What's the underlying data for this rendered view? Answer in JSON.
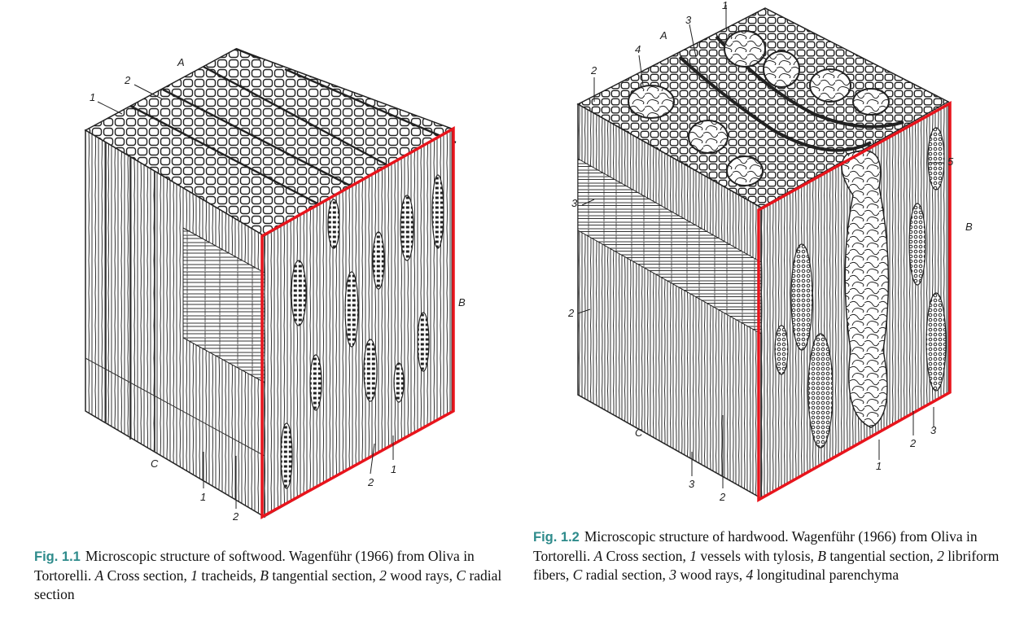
{
  "colors": {
    "highlight": "#e8141c",
    "figure_label": "#2e8b8b",
    "ink": "#222222"
  },
  "figure1": {
    "labels": {
      "A": "A",
      "B": "B",
      "C": "C",
      "n1a": "1",
      "n2a": "2",
      "n1b": "1",
      "n2b": "2",
      "n1c": "1",
      "n2c": "2"
    },
    "caption": {
      "number": "Fig. 1.1",
      "segments": [
        {
          "t": "Microscopic structure of softwood. Wagenführ (1966) from Oliva in Tortorelli. ",
          "i": false
        },
        {
          "t": "A",
          "i": true
        },
        {
          "t": " Cross section, ",
          "i": false
        },
        {
          "t": "1",
          "i": true
        },
        {
          "t": " tracheids, ",
          "i": false
        },
        {
          "t": "B",
          "i": true
        },
        {
          "t": " tangential section, ",
          "i": false
        },
        {
          "t": "2",
          "i": true
        },
        {
          "t": " wood rays, ",
          "i": false
        },
        {
          "t": "C",
          "i": true
        },
        {
          "t": " radial section",
          "i": false
        }
      ]
    }
  },
  "figure2": {
    "labels": {
      "A": "A",
      "B": "B",
      "C": "C",
      "n1": "1",
      "n1top": "1",
      "n2": "2",
      "n2b": "2",
      "n2c": "2",
      "n2d": "2",
      "n3": "3",
      "n3b": "3",
      "n3c": "3",
      "n3d": "3",
      "n4": "4",
      "n5": "5"
    },
    "caption": {
      "number": "Fig. 1.2",
      "segments": [
        {
          "t": "Microscopic structure of hardwood. Wagenführ (1966) from Oliva in Tortorelli. ",
          "i": false
        },
        {
          "t": "A",
          "i": true
        },
        {
          "t": " Cross section, ",
          "i": false
        },
        {
          "t": "1",
          "i": true
        },
        {
          "t": " vessels with tylosis, ",
          "i": false
        },
        {
          "t": "B",
          "i": true
        },
        {
          "t": " tangential section, ",
          "i": false
        },
        {
          "t": "2",
          "i": true
        },
        {
          "t": " libriform fibers, ",
          "i": false
        },
        {
          "t": "C",
          "i": true
        },
        {
          "t": " radial section, ",
          "i": false
        },
        {
          "t": "3",
          "i": true
        },
        {
          "t": " wood rays, ",
          "i": false
        },
        {
          "t": "4",
          "i": true
        },
        {
          "t": " longitudinal parenchyma",
          "i": false
        }
      ]
    }
  }
}
